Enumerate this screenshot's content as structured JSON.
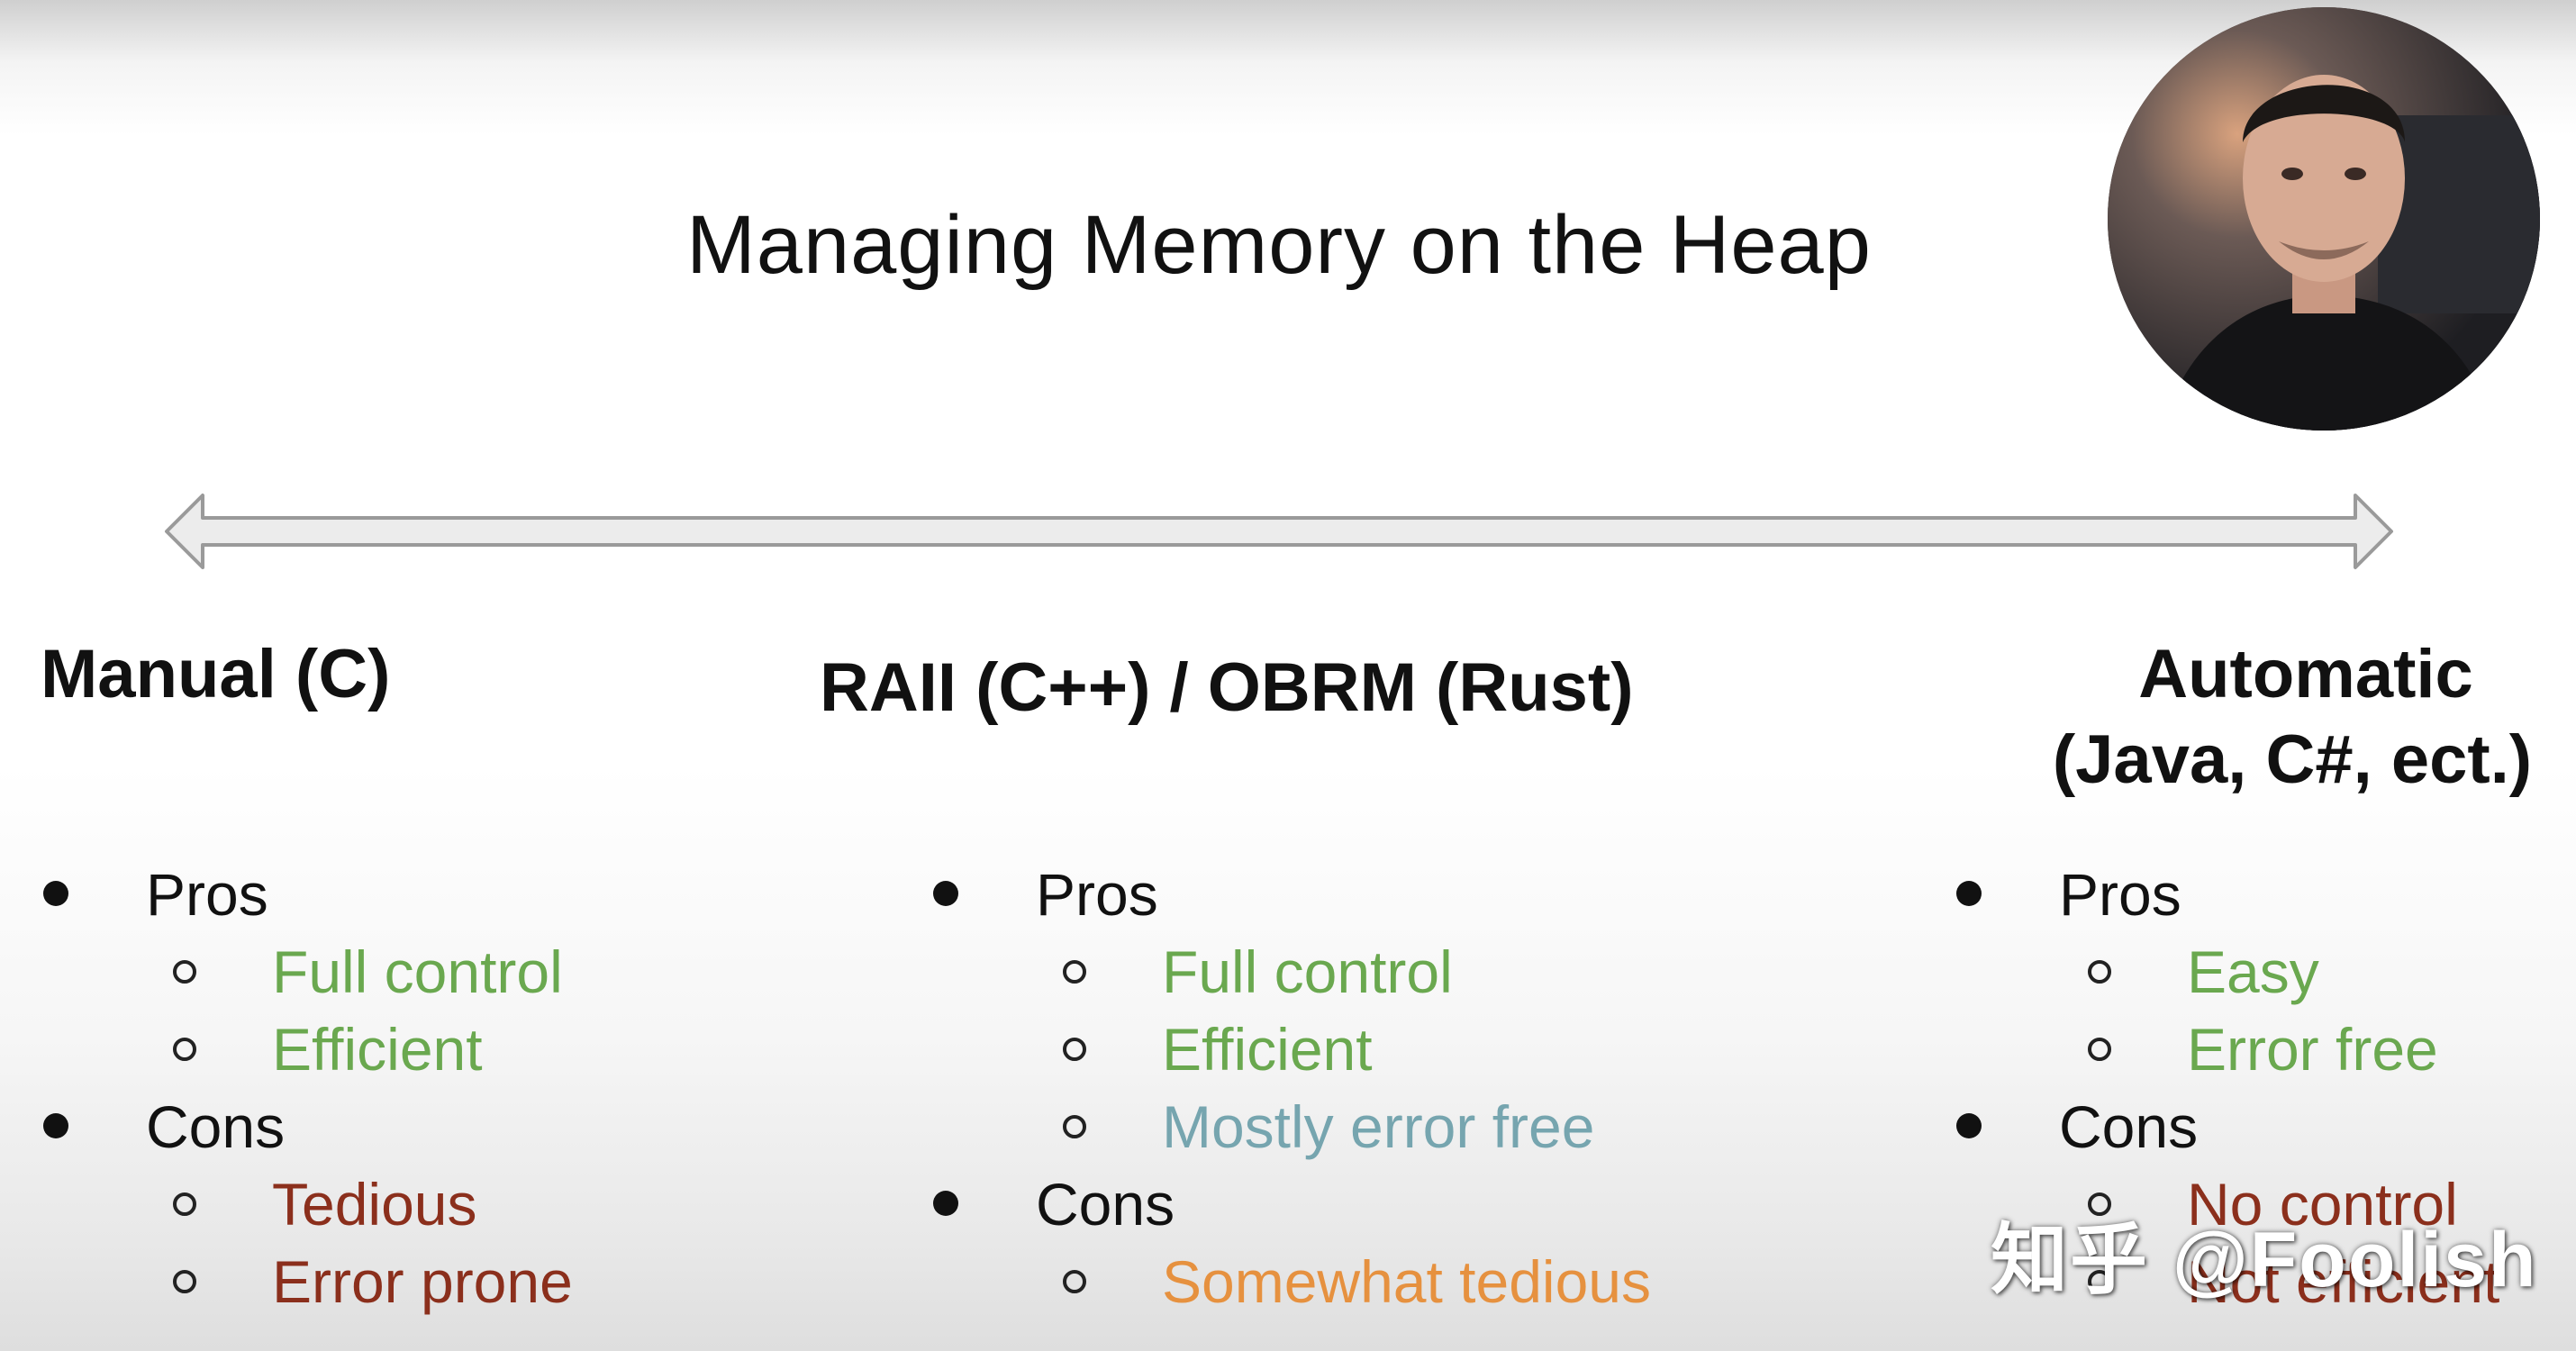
{
  "slide": {
    "title": "Managing Memory on the Heap",
    "columns": [
      {
        "heading_lines": [
          "Manual (C)"
        ],
        "pros_label": "Pros",
        "pros": [
          "Full control",
          "Efficient"
        ],
        "cons_label": "Cons",
        "cons": [
          "Tedious",
          "Error prone"
        ]
      },
      {
        "heading_lines": [
          "RAII (C++) / OBRM (Rust)"
        ],
        "pros_label": "Pros",
        "pros": [
          "Full control",
          "Efficient",
          "Mostly error free"
        ],
        "cons_label": "Cons",
        "cons": [
          "Somewhat tedious"
        ]
      },
      {
        "heading_lines": [
          "Automatic",
          "(Java, C#, ect.)"
        ],
        "pros_label": "Pros",
        "pros": [
          "Easy",
          "Error free"
        ],
        "cons_label": "Cons",
        "cons": [
          "No control",
          "Not efficient"
        ]
      }
    ]
  },
  "watermark": "知乎 @Foolish",
  "colors": {
    "pro": "#6aa84f",
    "con_strong": "#8b2f1c",
    "mixed": "#76a5af",
    "con_mild": "#e6913f"
  },
  "icons": {
    "arrow": "double-headed-arrow-icon",
    "bullet": "filled-bullet-icon",
    "sub_bullet": "hollow-circle-icon"
  }
}
